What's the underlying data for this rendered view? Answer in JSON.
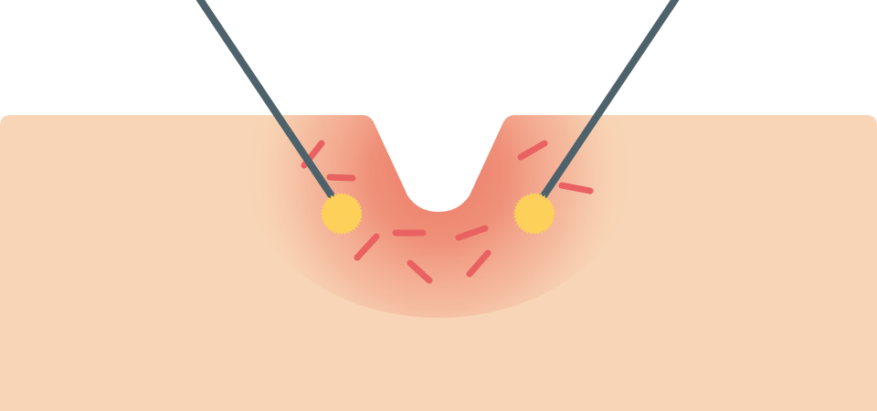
{
  "colors": {
    "background": "#ffffff",
    "skin": "#f8d5b6",
    "inflammation": "#ec7a68",
    "cut_marks": "#e96160",
    "probe": "#4e626c",
    "probe_tip": "#fdd05a"
  },
  "elements": {
    "skin_surface": "skin-tissue",
    "incision": "v-shaped-incision",
    "inflamed_area": "inflammation-glow",
    "heat_marks": "dash-marks",
    "probes": "electrode-probes",
    "tips": "heated-probe-tips"
  }
}
